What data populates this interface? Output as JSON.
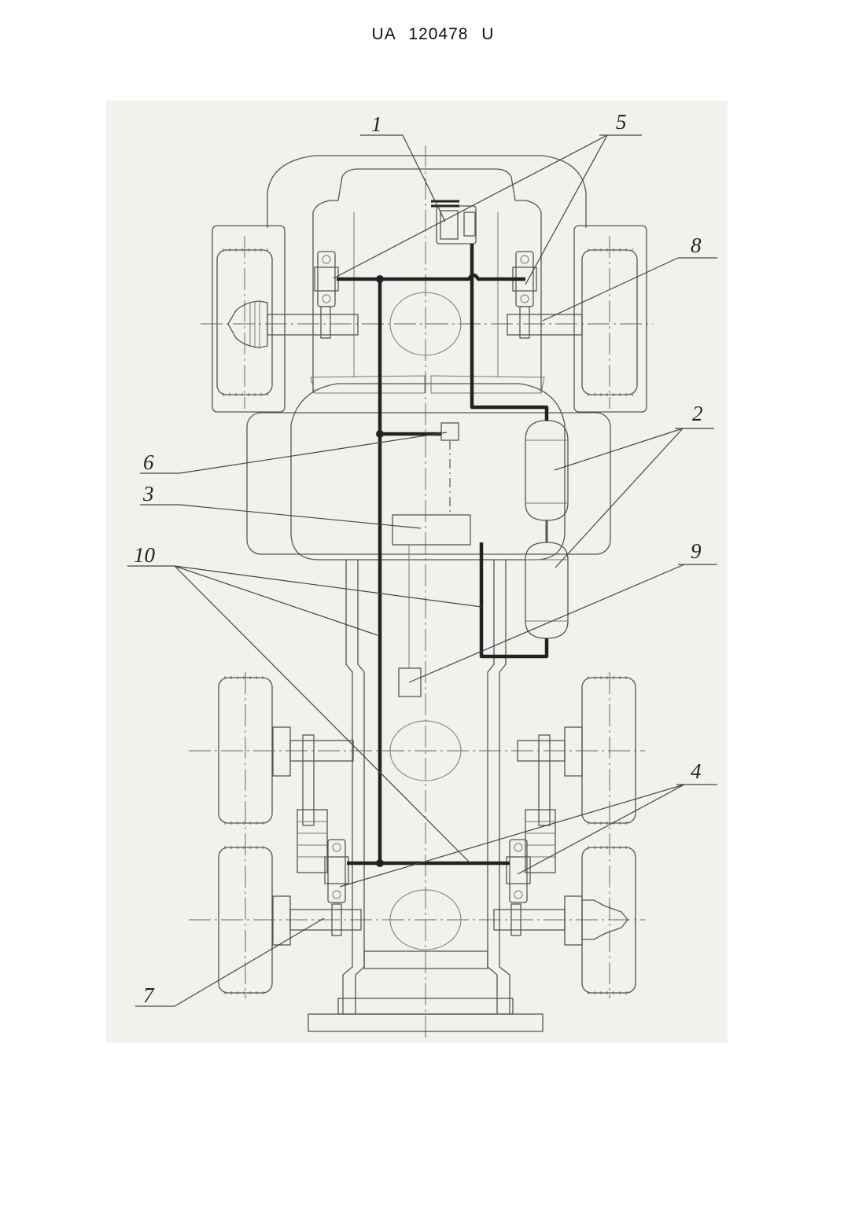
{
  "document": {
    "header": "UA   120478   U"
  },
  "figure": {
    "callouts": [
      "1",
      "5",
      "8",
      "2",
      "6",
      "3",
      "10",
      "9",
      "4",
      "7"
    ]
  }
}
